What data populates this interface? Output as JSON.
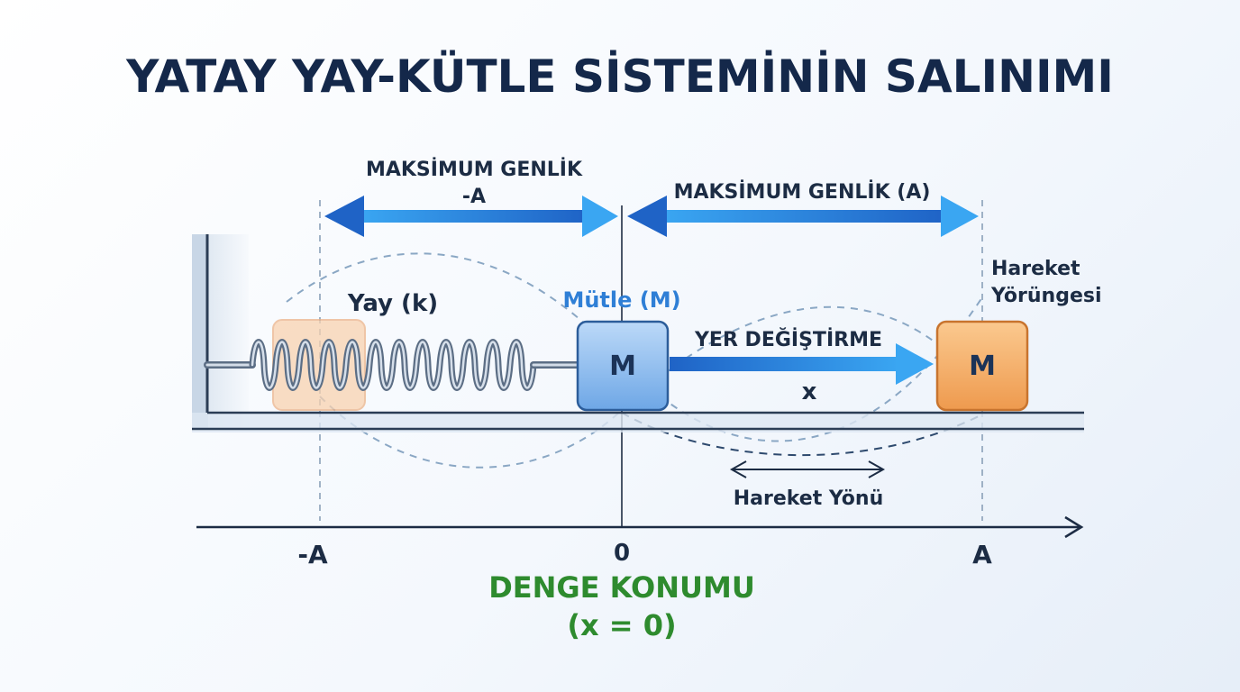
{
  "title": "YATAY YAY-KÜTLE SİSTEMİNİN SALINIMI",
  "amplitude_left": {
    "line1": "MAKSİMUM GENLİK",
    "line2": "-A"
  },
  "amplitude_right": "MAKSİMUM GENLİK (A)",
  "spring_label": "Yay (k)",
  "mass_label": "Mütle (M)",
  "mass_letter": "M",
  "displacement_label": "YER DEĞİŞTİRME",
  "displacement_symbol": "x",
  "trajectory_label": {
    "line1": "Hareket",
    "line2": "Yörüngesi"
  },
  "direction_label": "Hareket Yönü",
  "axis": {
    "left_tick": "-A",
    "center_tick": "0",
    "right_tick": "A"
  },
  "equilibrium": {
    "line1": "DENGE KONUMU",
    "line2": "(x = 0)"
  },
  "colors": {
    "title": "#14284a",
    "accent_blue": "#2f7fd6",
    "equilibrium_green": "#2e8b2e",
    "mass_blue": "#7fb4ee",
    "mass_orange": "#f2a35a"
  }
}
